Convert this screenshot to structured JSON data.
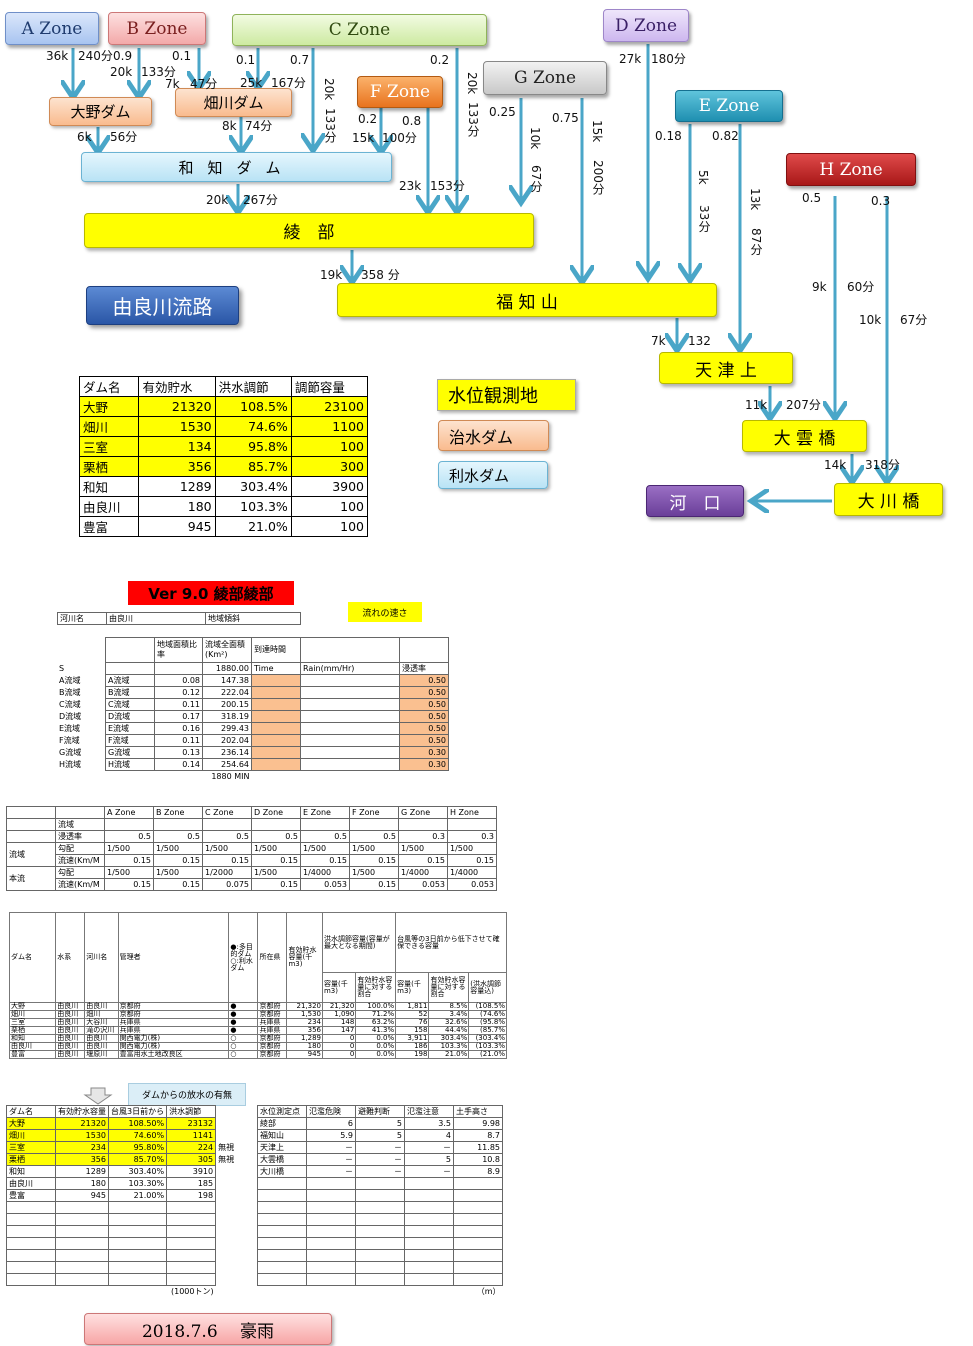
{
  "zones": {
    "a": "A Zone",
    "b": "B Zone",
    "c": "C Zone",
    "d": "D Zone",
    "f": "F Zone",
    "g": "G Zone",
    "e": "E Zone",
    "h": "H Zone"
  },
  "dams": {
    "ono": "大野ダム",
    "hatakawa": "畑川ダム",
    "wachi": "和知ダム"
  },
  "stations": {
    "ayabe": "綾　部",
    "fukuchiyama": "福 知 山",
    "amazu": "天 津 上",
    "oun": "大 雲 橋",
    "okawa": "大 川 橋",
    "kawaguchi": "河　口"
  },
  "title": "由良川流路",
  "flow_labels": {
    "a1": "36k",
    "a2": "240分",
    "b1": "0.9",
    "b2": "20k",
    "b3": "133分",
    "b4": "0.1",
    "b5": "7k",
    "b6": "47分",
    "c1": "0.1",
    "c2": "0.7",
    "c3": "25k",
    "c4": "167分",
    "c5": "20k",
    "c6": "133分",
    "c7": "0.2",
    "c8": "20k",
    "c9": "133分",
    "o1": "6k",
    "o2": "56分",
    "h1": "8k",
    "h2": "74分",
    "f1": "0.2",
    "f2": "0.8",
    "f3": "15k",
    "f4": "100分",
    "f5": "23k",
    "f6": "153分",
    "w1": "20k",
    "w2": "267分",
    "g1": "0.25",
    "g2": "0.75",
    "g3": "10k",
    "g4": "67分",
    "g5": "15k",
    "g6": "200分",
    "d1": "27k",
    "d2": "180分",
    "e1": "0.18",
    "e2": "0.82",
    "e3": "5k",
    "e4": "33分",
    "e5": "13k",
    "e6": "87分",
    "h3": "0.5",
    "h4": "0.3",
    "h5": "9k",
    "h6": "60分",
    "h7": "10k",
    "h8": "67分",
    "ay1": "19k",
    "ay2": "358 分",
    "fk1": "7k",
    "fk2": "132",
    "am1": "11k",
    "am2": "207分",
    "ou1": "14k",
    "ou2": "318分"
  },
  "legend": {
    "station": "水位観測地",
    "flood_dam": "治水ダム",
    "water_dam": "利水ダム"
  },
  "dam_table": {
    "headers": [
      "ダム名",
      "有効貯水",
      "洪水調節",
      "調節容量"
    ],
    "rows": [
      [
        "大野",
        "21320",
        "108.5%",
        "23100"
      ],
      [
        "畑川",
        "1530",
        "74.6%",
        "1100"
      ],
      [
        "三室",
        "134",
        "95.8%",
        "100"
      ],
      [
        "栗栖",
        "356",
        "85.7%",
        "300"
      ],
      [
        "和知",
        "1289",
        "303.4%",
        "3900"
      ],
      [
        "由良川",
        "180",
        "103.3%",
        "100"
      ],
      [
        "豊富",
        "945",
        "21.0%",
        "100"
      ]
    ]
  },
  "ver": "Ver 9.0 綾部綾部",
  "speed_label": "流れの速さ",
  "sheet1": {
    "r1": [
      "河川名",
      "由良川",
      "地域傾斜"
    ],
    "head": [
      "地域面積比率",
      "流域全面積(Km²)",
      "到達時間"
    ],
    "s_row": [
      "S",
      "1880.00",
      "Time",
      "Rain(mm/Hr)",
      "浸透率"
    ],
    "rows": [
      [
        "A流域",
        "A流域",
        "0.08",
        "147.38",
        "0.50"
      ],
      [
        "B流域",
        "B流域",
        "0.12",
        "222.04",
        "0.50"
      ],
      [
        "C流域",
        "C流域",
        "0.11",
        "200.15",
        "0.50"
      ],
      [
        "D流域",
        "D流域",
        "0.17",
        "318.19",
        "0.50"
      ],
      [
        "E流域",
        "E流域",
        "0.16",
        "299.43",
        "0.50"
      ],
      [
        "F流域",
        "F流域",
        "0.11",
        "202.04",
        "0.50"
      ],
      [
        "G流域",
        "G流域",
        "0.13",
        "236.14",
        "0.30"
      ],
      [
        "H流域",
        "H流域",
        "0.14",
        "254.64",
        "0.30"
      ]
    ],
    "min": "1880 MIN"
  },
  "sheet2": {
    "zones": [
      "A Zone",
      "B Zone",
      "C Zone",
      "D Zone",
      "E Zone",
      "F Zone",
      "G Zone",
      "H Zone"
    ],
    "row_flow": "流域",
    "row_perm": "浸透率",
    "perm": [
      "0.5",
      "0.5",
      "0.5",
      "0.5",
      "0.5",
      "0.5",
      "0.3",
      "0.3"
    ],
    "grp1": "流域",
    "grp2": "本流",
    "slope": "勾配",
    "speed": "流速(Km/M",
    "slope1": [
      "1/500",
      "1/500",
      "1/500",
      "1/500",
      "1/500",
      "1/500",
      "1/500",
      "1/500"
    ],
    "speed1": [
      "0.15",
      "0.15",
      "0.15",
      "0.15",
      "0.15",
      "0.15",
      "0.15",
      "0.15"
    ],
    "slope2": [
      "1/500",
      "1/500",
      "1/2000",
      "1/500",
      "1/4000",
      "1/500",
      "1/4000",
      "1/4000"
    ],
    "speed2": [
      "0.15",
      "0.15",
      "0.075",
      "0.15",
      "0.053",
      "0.15",
      "0.053",
      "0.053"
    ]
  },
  "sheet3": {
    "h1": [
      "ダム名",
      "水系",
      "河川名",
      "管理者",
      "●:多目的ダム ○:利水ダム",
      "所在県",
      "有効貯水容量(千m3)",
      "洪水調節容量(容量が最大となる期間)",
      "台風等の3日前から低下させて確保できる容量"
    ],
    "h2": [
      "容量(千m3)",
      "有効貯水容量に対する割合",
      "容量(千m3)",
      "有効貯水容量に対する割合",
      "(洪水調節容量込)"
    ],
    "rows": [
      [
        "大野",
        "由良川",
        "由良川",
        "京都府",
        "●",
        "京都府",
        "21,320",
        "21,320",
        "100.0%",
        "1,811",
        "8.5%",
        "(108.5%"
      ],
      [
        "畑川",
        "由良川",
        "畑川",
        "京都府",
        "●",
        "京都府",
        "1,530",
        "1,090",
        "71.2%",
        "52",
        "3.4%",
        "(74.6%"
      ],
      [
        "三室",
        "由良川",
        "大谷川",
        "兵庫県",
        "●",
        "兵庫県",
        "234",
        "148",
        "63.2%",
        "76",
        "32.6%",
        "(95.8%"
      ],
      [
        "栗栖",
        "由良川",
        "滝の沢川",
        "兵庫県",
        "●",
        "兵庫県",
        "356",
        "147",
        "41.3%",
        "158",
        "44.4%",
        "(85.7%"
      ],
      [
        "和知",
        "由良川",
        "由良川",
        "関西電力(株)",
        "○",
        "京都府",
        "1,289",
        "0",
        "0.0%",
        "3,911",
        "303.4%",
        "(303.4%"
      ],
      [
        "由良川",
        "由良川",
        "由良川",
        "関西電力(株)",
        "○",
        "京都府",
        "180",
        "0",
        "0.0%",
        "186",
        "103.3%",
        "(103.3%"
      ],
      [
        "豊富",
        "由良川",
        "堰原川",
        "豊富用水土地改良区",
        "○",
        "京都府",
        "945",
        "0",
        "0.0%",
        "198",
        "21.0%",
        "(21.0%"
      ]
    ]
  },
  "release_label": "ダムからの放水の有無",
  "dam2": {
    "headers": [
      "ダム名",
      "有効貯水容量",
      "台風3日前から",
      "洪水調節"
    ],
    "rows": [
      [
        "大野",
        "21320",
        "108.50%",
        "23132",
        ""
      ],
      [
        "畑川",
        "1530",
        "74.60%",
        "1141",
        ""
      ],
      [
        "三室",
        "234",
        "95.80%",
        "224",
        "無視"
      ],
      [
        "栗栖",
        "356",
        "85.70%",
        "305",
        "無視"
      ],
      [
        "和知",
        "1289",
        "303.40%",
        "3910",
        ""
      ],
      [
        "由良川",
        "180",
        "103.30%",
        "185",
        ""
      ],
      [
        "豊富",
        "945",
        "21.00%",
        "198",
        ""
      ]
    ],
    "unit": "(1000トン)"
  },
  "levels": {
    "headers": [
      "水位測定点",
      "氾濫危険",
      "避難判断",
      "氾濫注意",
      "土手高さ"
    ],
    "rows": [
      [
        "綾部",
        "6",
        "5",
        "3.5",
        "9.98"
      ],
      [
        "福知山",
        "5.9",
        "5",
        "4",
        "8.7"
      ],
      [
        "天津上",
        "－",
        "－",
        "－",
        "11.85"
      ],
      [
        "大雲橋",
        "－",
        "－",
        "5",
        "10.8"
      ],
      [
        "大川橋",
        "－",
        "－",
        "－",
        "8.9"
      ]
    ],
    "unit": "（m）"
  },
  "footer": "2018.7.6　 豪雨",
  "colors": {
    "arrow": "#4aa6c8",
    "yellow": "#ffff00",
    "orange": "#fac090"
  }
}
